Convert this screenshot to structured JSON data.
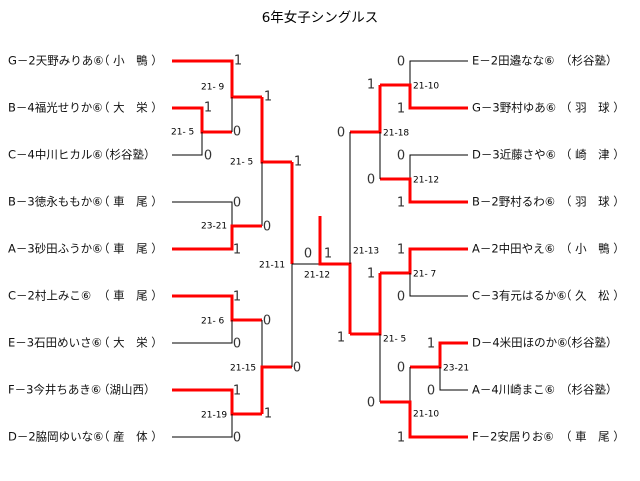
{
  "title": "6年女子シングルス",
  "colors": {
    "winner_line": "#ff0000",
    "line": "#000000"
  },
  "left": [
    {
      "name": "G－2天野みりあ⑥",
      "team": "（ 小　鴨 ）",
      "score": "1"
    },
    {
      "name": "B－4福光せりか⑥",
      "team": "（ 大　栄 ）",
      "score": "1"
    },
    {
      "name": "C－4中川ヒカル⑥",
      "team": "（杉谷塾）",
      "score": "0"
    },
    {
      "name": "B－3徳永ももか⑥",
      "team": "（ 車　尾 ）",
      "score": "0"
    },
    {
      "name": "A－3砂田ふうか⑥",
      "team": "（ 車　尾 ）",
      "score": "1"
    },
    {
      "name": "C－2村上みこ⑥",
      "team": "（ 車　尾 ）",
      "score": "1"
    },
    {
      "name": "E－3石田めいさ⑥",
      "team": "（ 大　栄 ）",
      "score": "0"
    },
    {
      "name": "F－3今井ちあき⑥",
      "team": "（湖山西）",
      "score": "1"
    },
    {
      "name": "D－2脇岡ゆいな⑥",
      "team": "（ 産　体 ）",
      "score": "0"
    }
  ],
  "right": [
    {
      "name": "E－2田邉なな⑥",
      "team": "（杉谷塾）",
      "score": "0"
    },
    {
      "name": "G－3野村ゆあ⑥",
      "team": "（ 羽　球 ）",
      "score": "1"
    },
    {
      "name": "D－3近藤さや⑥",
      "team": "（ 崎　津 ）",
      "score": "0"
    },
    {
      "name": "B－2野村るわ⑥",
      "team": "（ 羽　球 ）",
      "score": "1"
    },
    {
      "name": "A－2中田やえ⑥",
      "team": "（ 小　鴨 ）",
      "score": "1"
    },
    {
      "name": "C－3有元はるか⑥",
      "team": "（ 久　松 ）",
      "score": "0"
    },
    {
      "name": "D－4米田ほのか⑥",
      "team": "（杉谷塾）",
      "score": "1"
    },
    {
      "name": "A－4川崎まこ⑥",
      "team": "（杉谷塾）",
      "score": "0"
    },
    {
      "name": "F－2安居りお⑥",
      "team": "（ 車　尾 ）",
      "score": "1"
    }
  ],
  "left_matches": [
    {
      "score": "21- 5",
      "results": [
        "1",
        "0"
      ]
    },
    {
      "score": "21- 9",
      "results": [
        "1",
        "0"
      ]
    },
    {
      "score": "23-21",
      "results": [
        "0"
      ]
    },
    {
      "score": "21- 6",
      "results": [
        "0"
      ]
    },
    {
      "score": "21-19",
      "results": [
        "1"
      ]
    },
    {
      "score": "21- 5",
      "results": [
        "1"
      ]
    },
    {
      "score": "21-15",
      "results": [
        "0"
      ]
    },
    {
      "score": "21-11"
    }
  ],
  "right_matches": [
    {
      "score": "21-10",
      "results": [
        "1"
      ]
    },
    {
      "score": "21-12",
      "results": [
        "0"
      ]
    },
    {
      "score": "21-18",
      "results": [
        "0"
      ]
    },
    {
      "score": "21- 7",
      "results": [
        "1"
      ]
    },
    {
      "score": "23-21",
      "results": [
        "0"
      ]
    },
    {
      "score": "21-10",
      "results": [
        "0"
      ]
    },
    {
      "score": "21- 5",
      "results": [
        "1"
      ]
    },
    {
      "score": "21-13"
    }
  ],
  "final": {
    "score": "21-12",
    "left_result": "0",
    "right_result": "1"
  }
}
